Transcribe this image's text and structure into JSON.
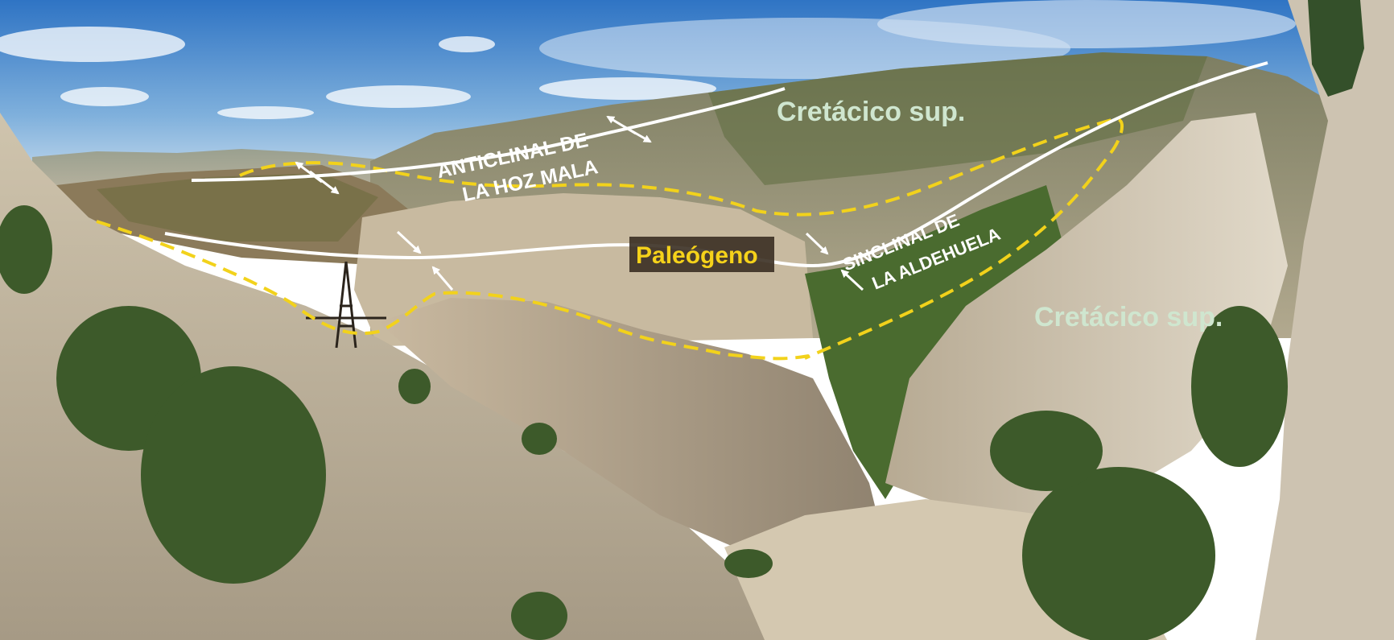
{
  "labels": {
    "cretacico_top": "Cretácico sup.",
    "cretacico_right": "Cretácico sup.",
    "anticlinal_line1": "ANTICLINAL DE",
    "anticlinal_line2": "LA HOZ MALA",
    "sinclinal_line1": "SINCLINAL DE",
    "sinclinal_line2": "LA ALDEHUELA",
    "paleogeno": "Paleógeno"
  },
  "colors": {
    "sky_top": "#2f74c4",
    "sky_horizon": "#dfeaf3",
    "rock_light": "#d8cdb8",
    "rock_shadow": "#8c8170",
    "vegetation": "#3d5a2a",
    "contact_dashed": "#f2d21b",
    "axis_line": "#ffffff",
    "label_cretacico": "#cfe6cf",
    "label_paleogeno": "#f5d21a",
    "label_box": "#3a2f22"
  }
}
